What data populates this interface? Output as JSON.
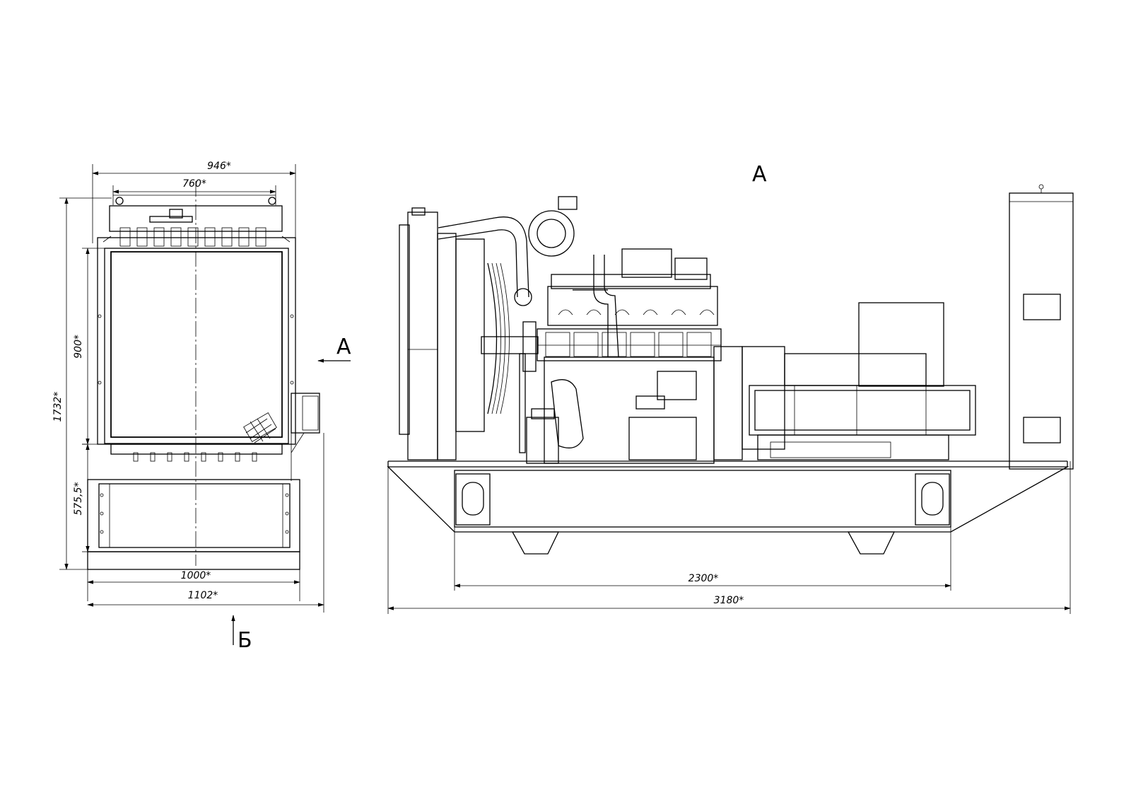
{
  "labels": {
    "view_a_title": "A",
    "arrow_a": "A",
    "arrow_b": "Б"
  },
  "dimensions": {
    "width_overall_front": "946*",
    "width_radiator": "760*",
    "height_total": "1732*",
    "height_radiator": "900*",
    "height_base": "575,5*",
    "width_base_inner": "1000*",
    "width_base_outer": "1102*",
    "length_frame": "2300*",
    "length_overall": "3180*"
  }
}
